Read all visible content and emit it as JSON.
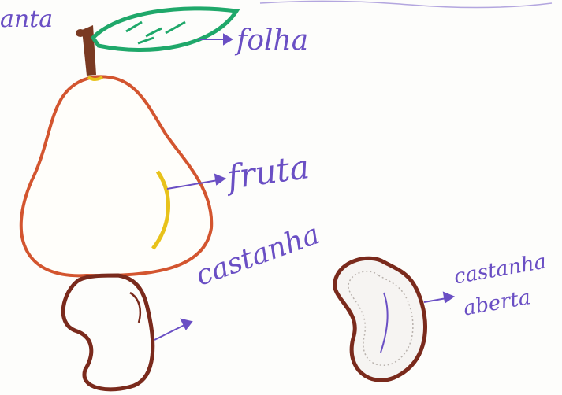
{
  "labels": {
    "top_partial": "anta",
    "folha": "folha",
    "fruta": "fruta",
    "castanha": "castanha",
    "castanha_aberta_line1": "castanha",
    "castanha_aberta_line2": "aberta"
  },
  "colors": {
    "ink": "#6a4fc4",
    "fruit_outline": "#d3552f",
    "stem": "#7a3a22",
    "leaf": "#1fa86a",
    "nut": "#7a2a1c",
    "highlight": "#e8c21a",
    "paper": "#fdfdfb"
  },
  "icons": [
    "arrow-icon"
  ]
}
